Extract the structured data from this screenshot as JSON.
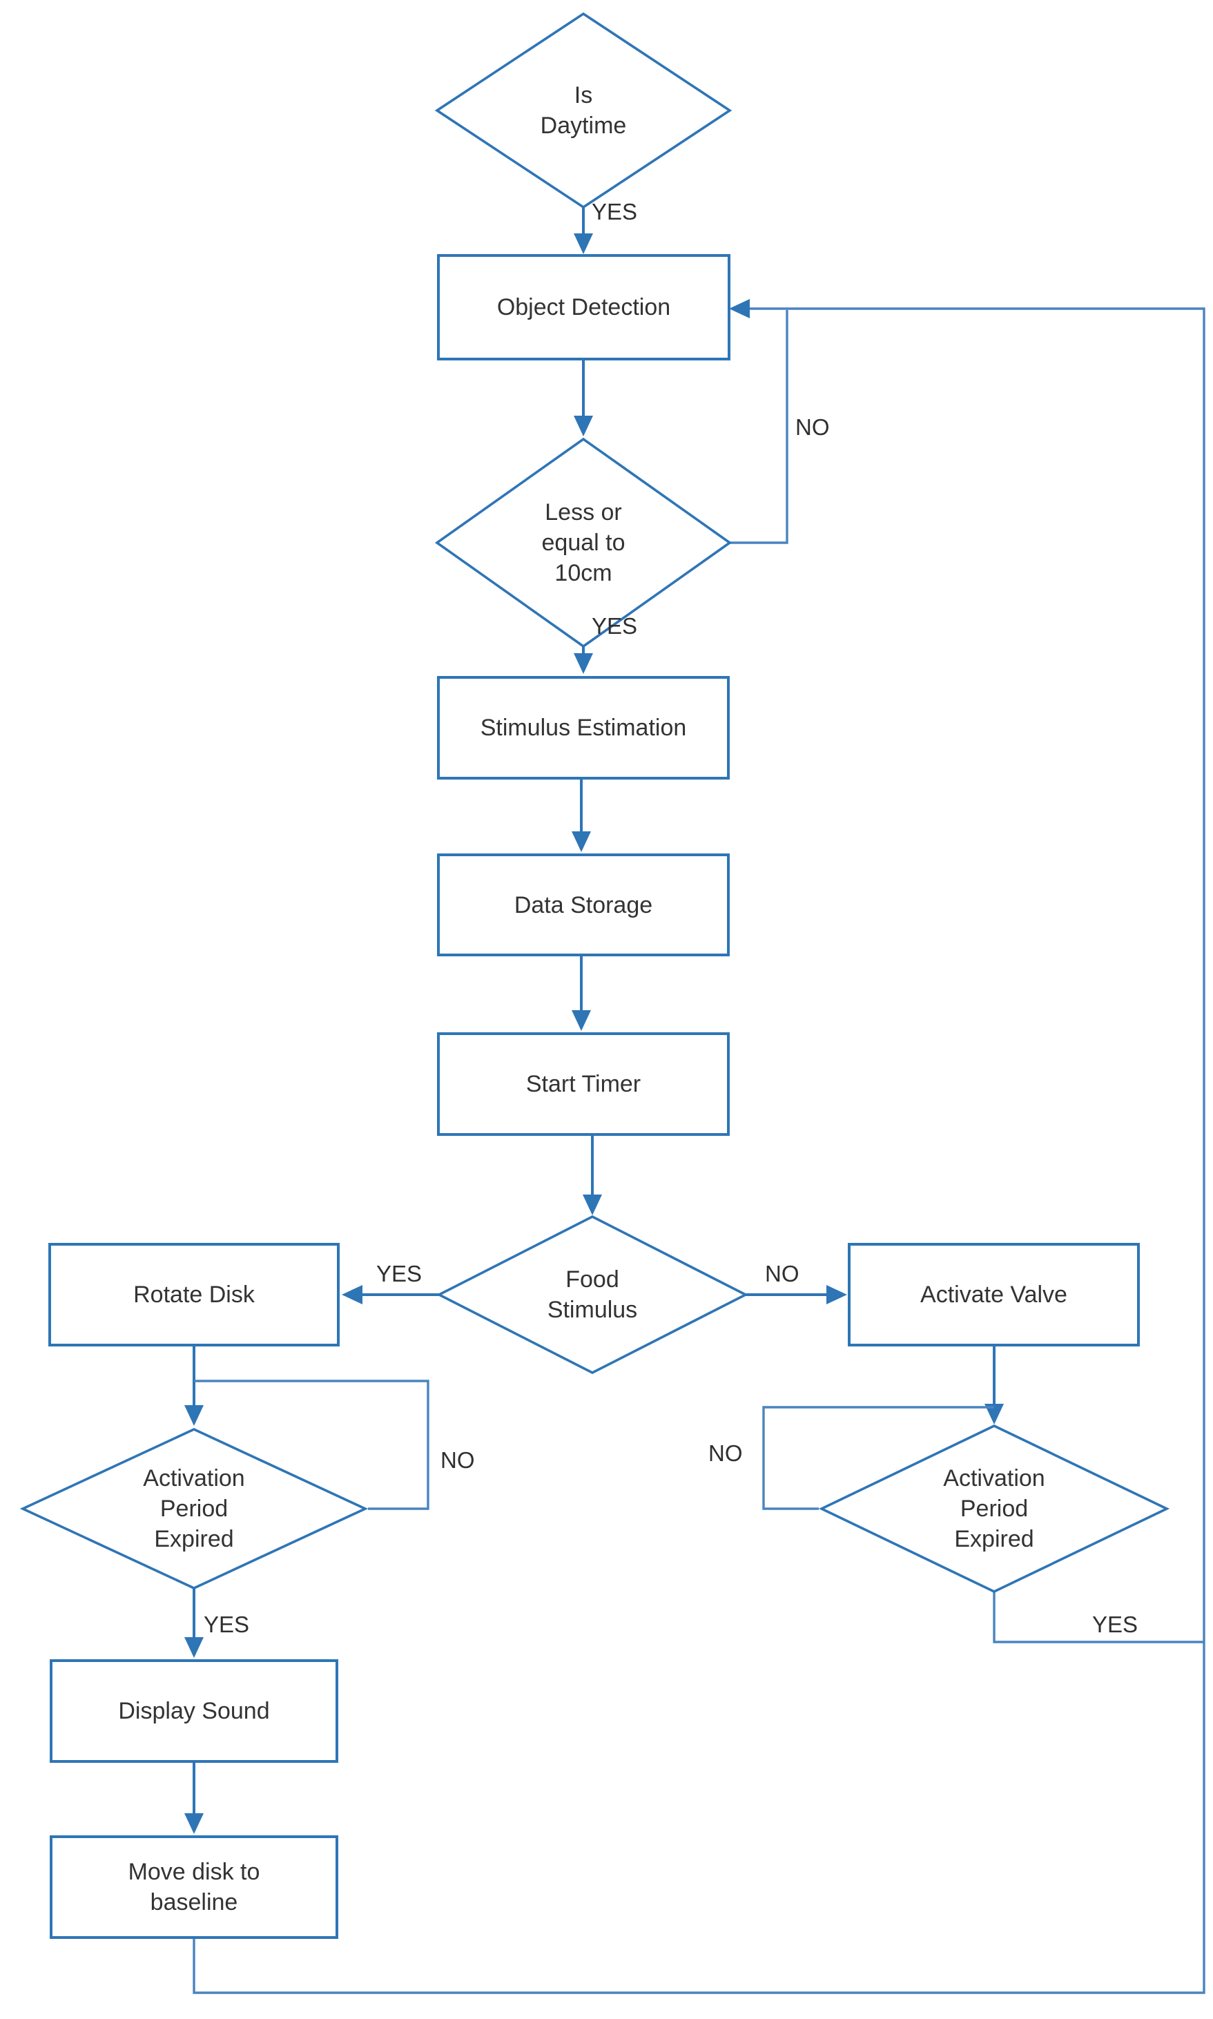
{
  "colors": {
    "line": "#2e75b6",
    "text": "#333333",
    "background": "#ffffff"
  },
  "nodes": {
    "is_daytime": {
      "type": "decision",
      "label": "Is\nDaytime"
    },
    "object_detection": {
      "type": "process",
      "label": "Object Detection"
    },
    "less_equal_10cm": {
      "type": "decision",
      "label": "Less or\nequal to\n10cm"
    },
    "stimulus_estimation": {
      "type": "process",
      "label": "Stimulus Estimation"
    },
    "data_storage": {
      "type": "process",
      "label": "Data Storage"
    },
    "start_timer": {
      "type": "process",
      "label": "Start Timer"
    },
    "food_stimulus": {
      "type": "decision",
      "label": "Food\nStimulus"
    },
    "rotate_disk": {
      "type": "process",
      "label": "Rotate Disk"
    },
    "activate_valve": {
      "type": "process",
      "label": "Activate Valve"
    },
    "activation_period_disk": {
      "type": "decision",
      "label": "Activation\nPeriod\nExpired"
    },
    "activation_period_valve": {
      "type": "decision",
      "label": "Activation\nPeriod\nExpired"
    },
    "display_sound": {
      "type": "process",
      "label": "Display Sound"
    },
    "move_disk_baseline": {
      "type": "process",
      "label": "Move disk to\nbaseline"
    }
  },
  "edge_labels": {
    "daytime_yes": "YES",
    "distance_no": "NO",
    "distance_yes": "YES",
    "food_yes": "YES",
    "food_no": "NO",
    "disk_period_no": "NO",
    "disk_period_yes": "YES",
    "valve_period_no": "NO",
    "valve_period_yes": "YES"
  }
}
